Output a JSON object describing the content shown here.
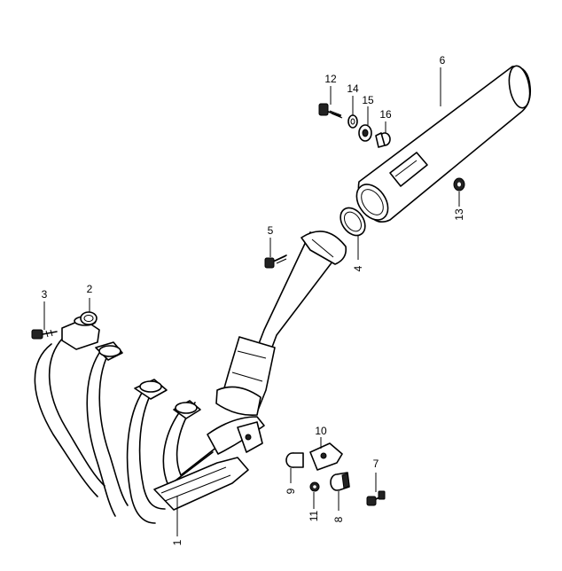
{
  "diagram": {
    "parts": [
      {
        "id": "1",
        "label": "1"
      },
      {
        "id": "2",
        "label": "2"
      },
      {
        "id": "3",
        "label": "3"
      },
      {
        "id": "4",
        "label": "4"
      },
      {
        "id": "5",
        "label": "5"
      },
      {
        "id": "6",
        "label": "6"
      },
      {
        "id": "7",
        "label": "7"
      },
      {
        "id": "8",
        "label": "8"
      },
      {
        "id": "9",
        "label": "9"
      },
      {
        "id": "10",
        "label": "10"
      },
      {
        "id": "11",
        "label": "11"
      },
      {
        "id": "12",
        "label": "12"
      },
      {
        "id": "13",
        "label": "13"
      },
      {
        "id": "14",
        "label": "14"
      },
      {
        "id": "15",
        "label": "15"
      },
      {
        "id": "16",
        "label": "16"
      }
    ]
  }
}
